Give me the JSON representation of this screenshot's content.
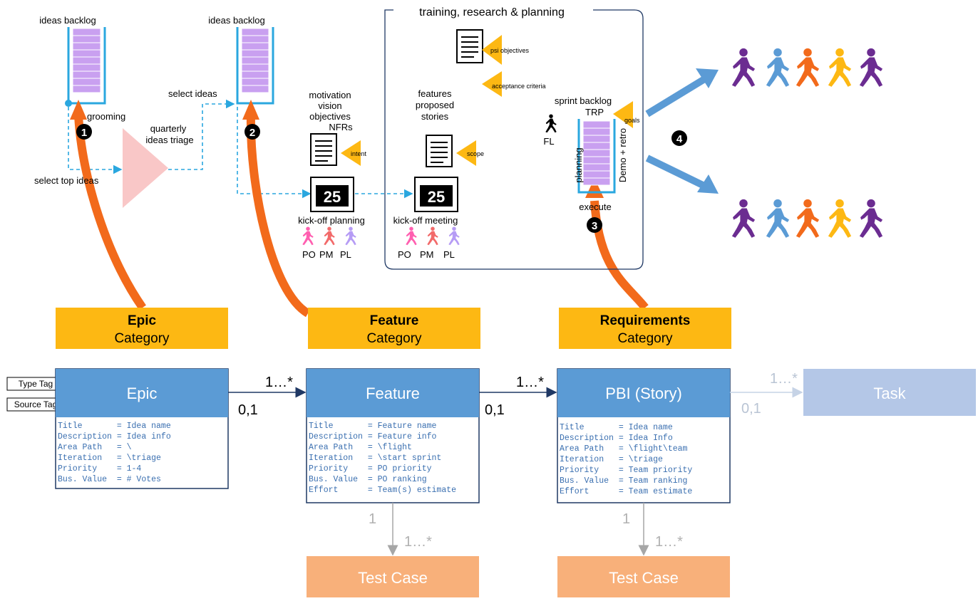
{
  "flow": {
    "backlog1": "ideas backlog",
    "backlog2": "ideas backlog",
    "grooming": "grooming",
    "quarterly": "quarterly",
    "ideas_triage": "ideas triage",
    "select_top_ideas": "select top ideas",
    "select_ideas": "select ideas",
    "motivation": "motivation",
    "vision": "vision",
    "objectives": "objectives",
    "nfrs": "NFRs",
    "intent": "intent",
    "kickoff_planning": "kick-off planning",
    "kickoff_meeting": "kick-off meeting",
    "cal1": "25",
    "cal2": "25",
    "po1": "PO",
    "pm1": "PM",
    "pl1": "PL",
    "po2": "PO",
    "pm2": "PM",
    "pl2": "PL",
    "training_title": "training, research & planning",
    "psi_objectives": "psi objectives",
    "acceptance_criteria": "acceptance criteria",
    "features": "features",
    "proposed": "proposed",
    "stories": "stories",
    "scope": "scope",
    "sprint_backlog": "sprint backlog",
    "trp": "TRP",
    "goals": "goals",
    "fl": "FL",
    "planning": "planning",
    "demo_retro": "Demo + retro",
    "execute": "execute",
    "step1": "1",
    "step2": "2",
    "step3": "3",
    "step4": "4"
  },
  "categories": [
    {
      "bold": "Epic",
      "normal": "Category"
    },
    {
      "bold": "Feature",
      "normal": "Category"
    },
    {
      "bold": "Requirements",
      "normal": "Category"
    }
  ],
  "tags": {
    "type_tag": "Type Tag",
    "source_tag": "Source Tag"
  },
  "entities": {
    "epic": {
      "title": "Epic",
      "fields": [
        "Title       = Idea name",
        "Description = Idea info",
        "Area Path   = \\",
        "Iteration   = \\triage",
        "Priority    = 1-4",
        "Bus. Value  = # Votes"
      ]
    },
    "feature": {
      "title": "Feature",
      "fields": [
        "Title       = Feature name",
        "Description = Feature info",
        "Area Path   = \\flight",
        "Iteration   = \\start sprint",
        "Priority    = PO priority",
        "Bus. Value  = PO ranking",
        "Effort      = Team(s) estimate"
      ]
    },
    "pbi": {
      "title": "PBI (Story)",
      "fields": [
        "Title       = Idea name",
        "Description = Idea Info",
        "Area Path   = \\flight\\team",
        "Iteration   = \\triage",
        "Priority    = Team priority",
        "Bus. Value  = Team ranking",
        "Effort      = Team estimate"
      ]
    },
    "task": {
      "title": "Task"
    },
    "test_case_1": {
      "title": "Test Case"
    },
    "test_case_2": {
      "title": "Test Case"
    }
  },
  "multiplicity": {
    "epic_feature_many": "1…*",
    "epic_feature_one": "0,1",
    "feature_pbi_many": "1…*",
    "feature_pbi_one": "0,1",
    "pbi_task_many": "1…*",
    "pbi_task_one": "0,1",
    "feature_test_one": "1",
    "feature_test_many": "1…*",
    "pbi_test_one": "1",
    "pbi_test_many": "1…*"
  },
  "colors": {
    "orange_arrow": "#f26a1b",
    "category_yellow": "#fdb813",
    "entity_blue": "#5b9bd5",
    "task_blue": "#b4c7e7",
    "test_case": "#f8b07a",
    "backlog_purple": "#c9a0f0",
    "dashed_blue": "#2aa7df",
    "pink_triangle": "#f9c7c7",
    "team_purple": "#6b2c91",
    "team_blue": "#5b9bd5",
    "team_orange": "#f26a1b",
    "team_yellow": "#fdb813"
  }
}
